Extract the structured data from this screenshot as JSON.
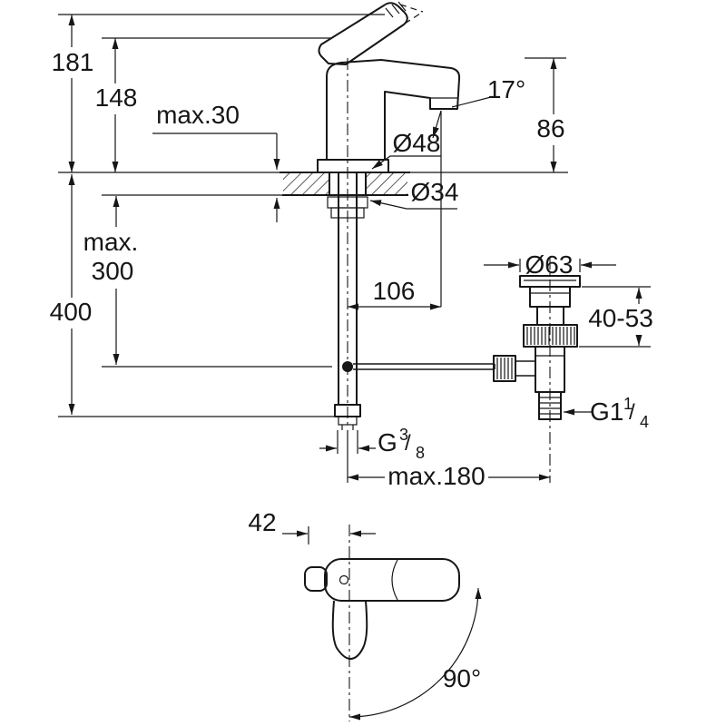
{
  "colors": {
    "ink": "#161616",
    "background": "#ffffff"
  },
  "dimensions": {
    "height_total": "181",
    "height_body": "148",
    "deck_max": "max.30",
    "spout_angle": "17°",
    "spout_height": "86",
    "base_dia": "Ø48",
    "hole_dia": "Ø34",
    "supply_max_1": "max.",
    "supply_max_2": "300",
    "length_total": "400",
    "spout_reach": "106",
    "waste_flange_dia": "Ø63",
    "waste_adjust": "40-53",
    "waste_thread": {
      "base": "G1",
      "sup": "1",
      "slash": "/",
      "sub": "4"
    },
    "supply_thread": {
      "base": "G",
      "sup": "3",
      "slash": "/",
      "sub": "8"
    },
    "reach_max": "max.180",
    "plan_offset": "42",
    "swing_angle": "90°"
  }
}
